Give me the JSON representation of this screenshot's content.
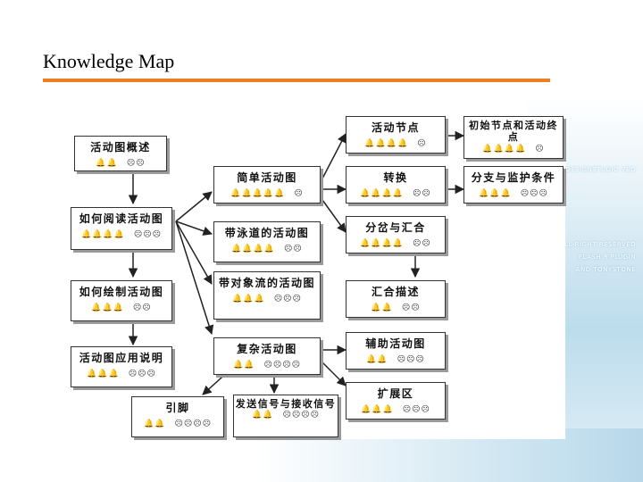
{
  "slide": {
    "title": "Knowledge Map",
    "accent_color": "#ee7d22"
  },
  "background_text": [
    "DESIGNSTUDIO VEO",
    "ALL RIGHT RESERVED",
    "FLASH 8 PLUGIN",
    "AND TONYSTONE"
  ],
  "icon_semantics": {
    "bell": "bell-icon",
    "face": "face-icon"
  },
  "nodes": [
    {
      "id": "overview",
      "label": "活动图概述",
      "bells": "🔔🔔",
      "faces": "☹☹"
    },
    {
      "id": "read",
      "label": "如何阅读活动图",
      "bells": "🔔🔔🔔🔔",
      "faces": "☹☹☹"
    },
    {
      "id": "draw",
      "label": "如何绘制活动图",
      "bells": "🔔🔔🔔",
      "faces": "☹☹"
    },
    {
      "id": "apply",
      "label": "活动图应用说明",
      "bells": "🔔🔔🔔",
      "faces": "☹☹☹"
    },
    {
      "id": "simple",
      "label": "简单活动图",
      "bells": "🔔🔔🔔🔔🔔",
      "faces": "☹"
    },
    {
      "id": "swimlane",
      "label": "带泳道的活动图",
      "bells": "🔔🔔🔔🔔",
      "faces": "☹☹"
    },
    {
      "id": "objectflow",
      "label": "带对象流的活动图",
      "bells": "🔔🔔🔔",
      "faces": "☹☹☹"
    },
    {
      "id": "complex",
      "label": "复杂活动图",
      "bells": "🔔🔔",
      "faces": "☹☹☹☹"
    },
    {
      "id": "activitynode",
      "label": "活动节点",
      "bells": "🔔🔔🔔🔔",
      "faces": "☹"
    },
    {
      "id": "transition",
      "label": "转换",
      "bells": "🔔🔔🔔🔔",
      "faces": "☹☹"
    },
    {
      "id": "forkjoin",
      "label": "分岔与汇合",
      "bells": "🔔🔔🔔🔔",
      "faces": "☹☹"
    },
    {
      "id": "joindesc",
      "label": "汇合描述",
      "bells": "🔔🔔",
      "faces": "☹☹"
    },
    {
      "id": "auxiliary",
      "label": "辅助活动图",
      "bells": "🔔🔔",
      "faces": "☹☹☹"
    },
    {
      "id": "extension",
      "label": "扩展区",
      "bells": "🔔🔔🔔",
      "faces": "☹☹☹"
    },
    {
      "id": "initfinal",
      "label": "初始节点和活动终点",
      "bells": "🔔🔔🔔🔔",
      "faces": "☹"
    },
    {
      "id": "branch",
      "label": "分支与监护条件",
      "bells": "🔔🔔🔔",
      "faces": "☹☹☹"
    },
    {
      "id": "pin",
      "label": "引脚",
      "bells": "🔔🔔",
      "faces": "☹☹☹☹"
    },
    {
      "id": "signal",
      "label": "发送信号与接收信号",
      "bells": "🔔🔔",
      "faces": "☹☹☹☹"
    }
  ]
}
